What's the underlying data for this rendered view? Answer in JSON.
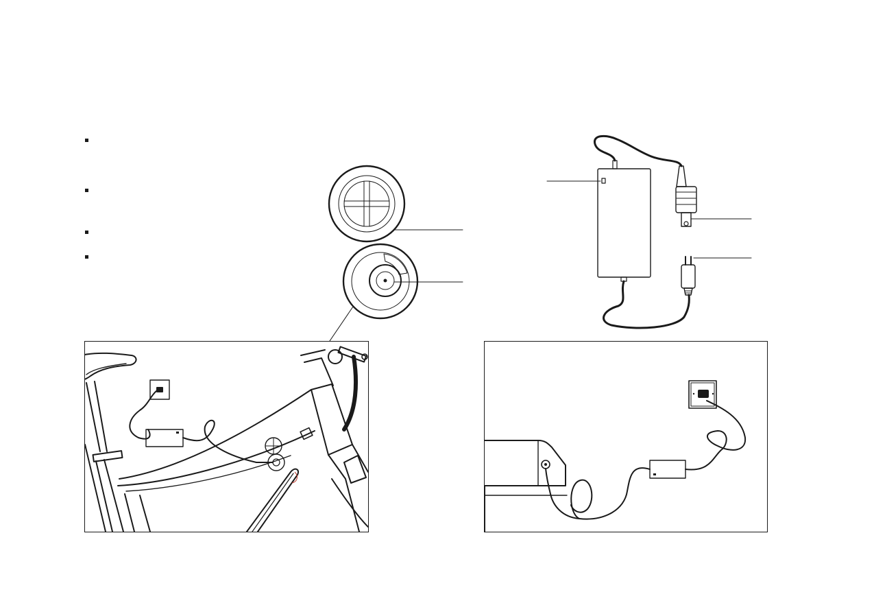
{
  "page": {
    "bullet_count": 4,
    "colors": {
      "ink": "#1a1a1a",
      "paper": "#ffffff",
      "accent_red": "#c0392b"
    }
  },
  "figures": [
    {
      "id": "charge-port-detail",
      "icon": "charge-port-closeup-icon"
    },
    {
      "id": "charger-unit",
      "icon": "battery-charger-icon"
    },
    {
      "id": "charging-on-bike",
      "icon": "bike-frame-charging-icon"
    },
    {
      "id": "charging-battery-off-bike",
      "icon": "battery-charging-icon"
    }
  ]
}
